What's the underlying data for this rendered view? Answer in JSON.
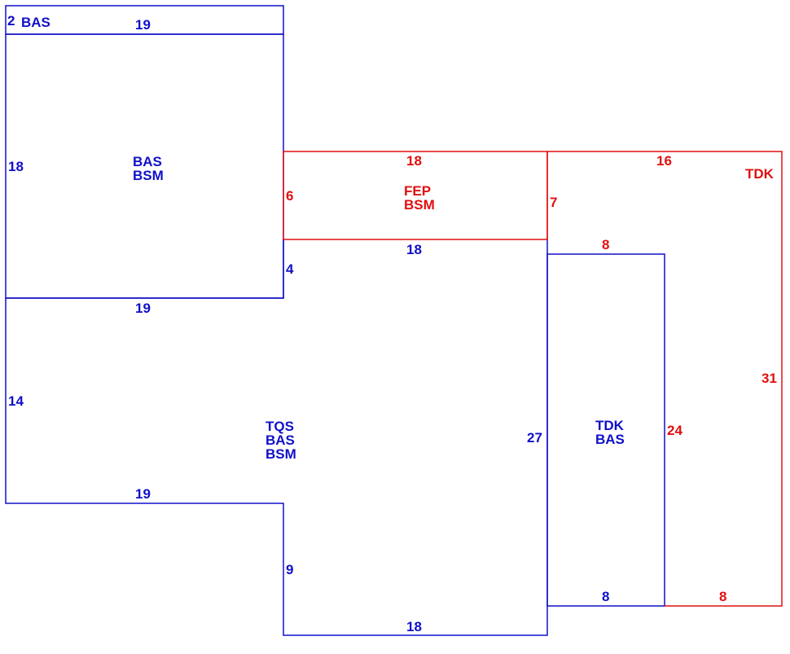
{
  "colors": {
    "blue": "#1010c8",
    "red": "#e01010",
    "background": "#ffffff"
  },
  "areas": {
    "top_strip": {
      "lines": [
        "BAS"
      ],
      "dims": {
        "left": "2",
        "top": "19"
      }
    },
    "upper_left": {
      "lines": [
        "BAS",
        "BSM"
      ],
      "dims": {
        "left": "18",
        "bottom": "19"
      }
    },
    "fep": {
      "lines": [
        "FEP",
        "BSM"
      ],
      "dims": {
        "top": "18",
        "left": "6",
        "right": "7",
        "bottom": "18"
      }
    },
    "main": {
      "lines": [
        "TQS",
        "BAS",
        "BSM"
      ],
      "dims": {
        "step_right": "4",
        "left": "14",
        "lower_left_top": "19",
        "step_left": "9",
        "bottom": "18",
        "right": "27"
      }
    },
    "tdk_inner": {
      "lines": [
        "TDK",
        "BAS"
      ],
      "dims": {
        "top": "8",
        "bottom": "8"
      }
    },
    "tdk_outer": {
      "lines": [
        "TDK"
      ],
      "dims": {
        "top": "16",
        "inner_right": "24",
        "right": "31",
        "bottom": "8"
      }
    }
  }
}
